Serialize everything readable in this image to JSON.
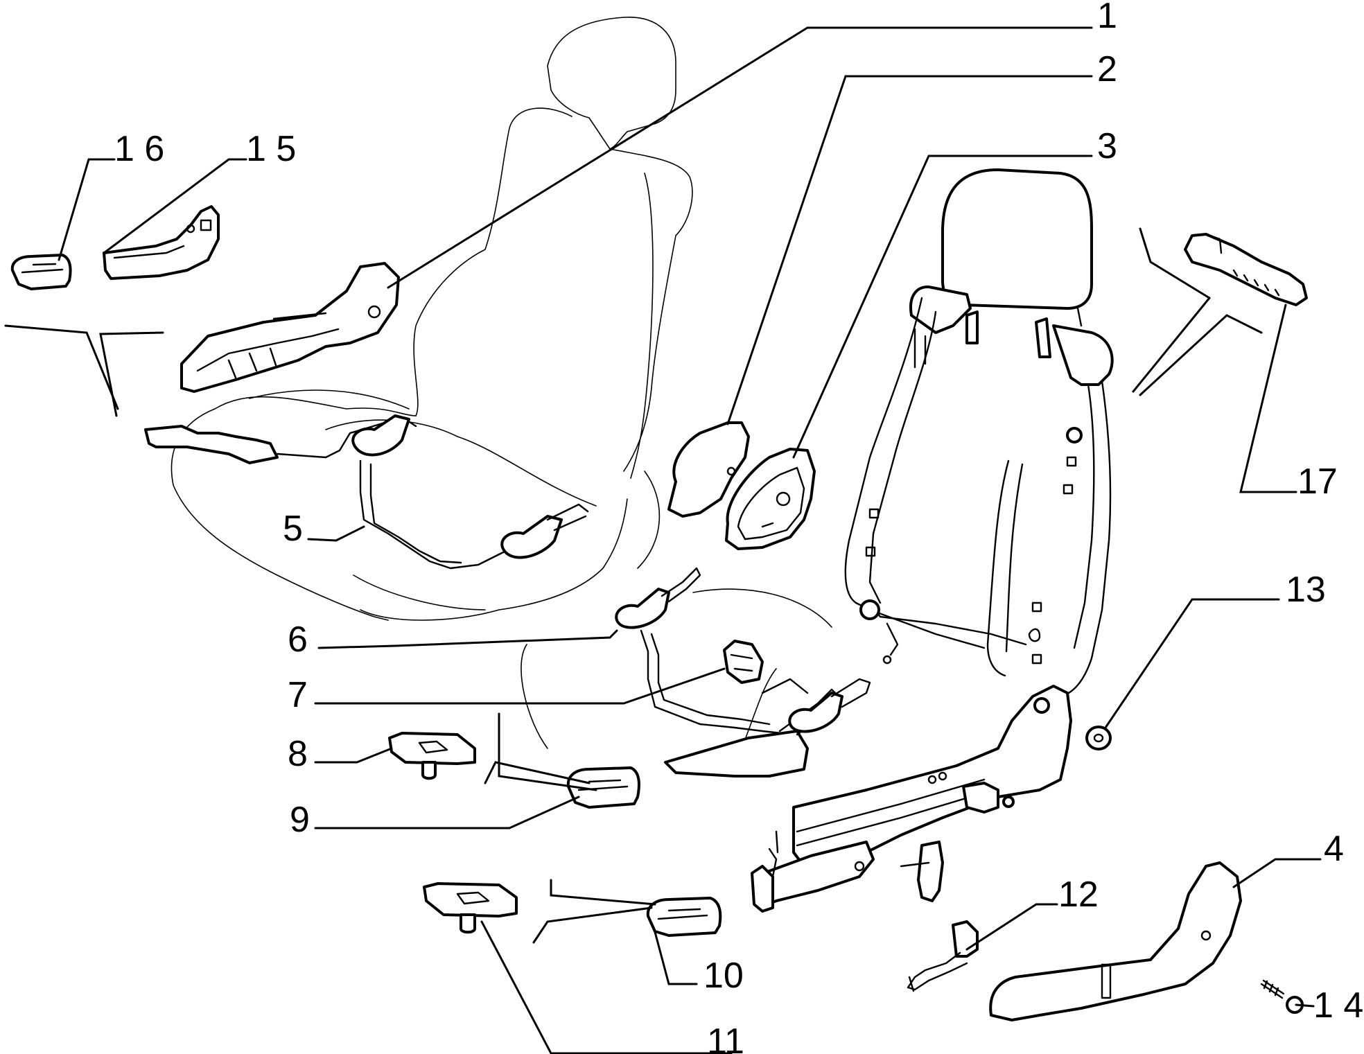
{
  "diagram": {
    "callouts": [
      {
        "id": "1",
        "label": "1"
      },
      {
        "id": "2",
        "label": "2"
      },
      {
        "id": "3",
        "label": "3"
      },
      {
        "id": "4",
        "label": "4"
      },
      {
        "id": "5",
        "label": "5"
      },
      {
        "id": "6",
        "label": "6"
      },
      {
        "id": "7",
        "label": "7"
      },
      {
        "id": "8",
        "label": "8"
      },
      {
        "id": "9",
        "label": "9"
      },
      {
        "id": "10",
        "label": "10"
      },
      {
        "id": "11",
        "label": "11"
      },
      {
        "id": "12",
        "label": "12"
      },
      {
        "id": "13",
        "label": "13"
      },
      {
        "id": "14",
        "label": "1 4"
      },
      {
        "id": "15",
        "label": "1 5"
      },
      {
        "id": "16",
        "label": "1 6"
      },
      {
        "id": "17",
        "label": "17"
      }
    ]
  }
}
